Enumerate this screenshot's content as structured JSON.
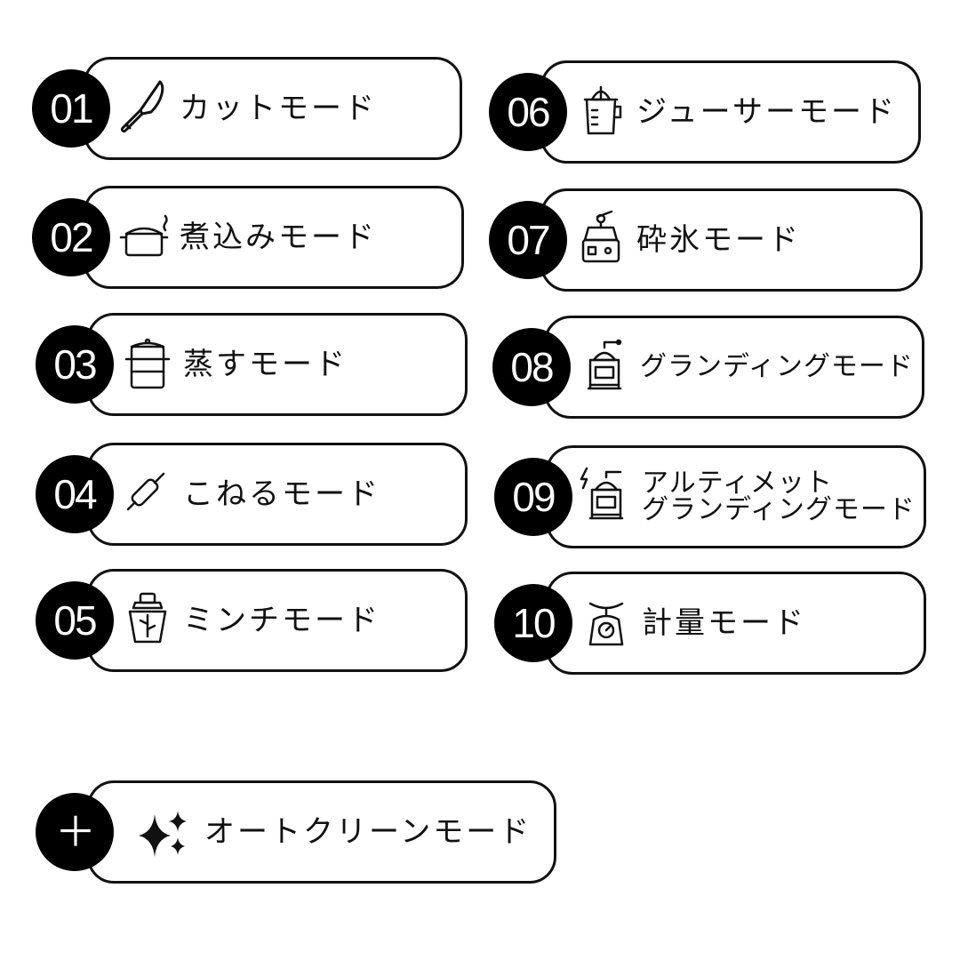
{
  "modes": [
    {
      "number": "01",
      "label": "カットモード",
      "icon": "knife-icon"
    },
    {
      "number": "02",
      "label": "煮込みモード",
      "icon": "pot-icon"
    },
    {
      "number": "03",
      "label": "蒸すモード",
      "icon": "steamer-icon"
    },
    {
      "number": "04",
      "label": "こねるモード",
      "icon": "rolling-pin-icon"
    },
    {
      "number": "05",
      "label": "ミンチモード",
      "icon": "mincer-icon"
    },
    {
      "number": "06",
      "label": "ジューサーモード",
      "icon": "juicer-icon"
    },
    {
      "number": "07",
      "label": "砕氷モード",
      "icon": "ice-crusher-icon"
    },
    {
      "number": "08",
      "label": "グランディングモード",
      "icon": "grinder-icon"
    },
    {
      "number": "09",
      "label_line1": "アルティメット",
      "label_line2": "グランディングモード",
      "icon": "ultimate-grinder-icon"
    },
    {
      "number": "10",
      "label": "計量モード",
      "icon": "scale-icon"
    }
  ],
  "auto_clean": {
    "symbol": "＋",
    "label": "オートクリーンモード",
    "icon": "sparkle-icon"
  },
  "colors": {
    "badge": "#000000",
    "badge_text": "#ffffff",
    "border": "#111111",
    "background": "#ffffff"
  }
}
